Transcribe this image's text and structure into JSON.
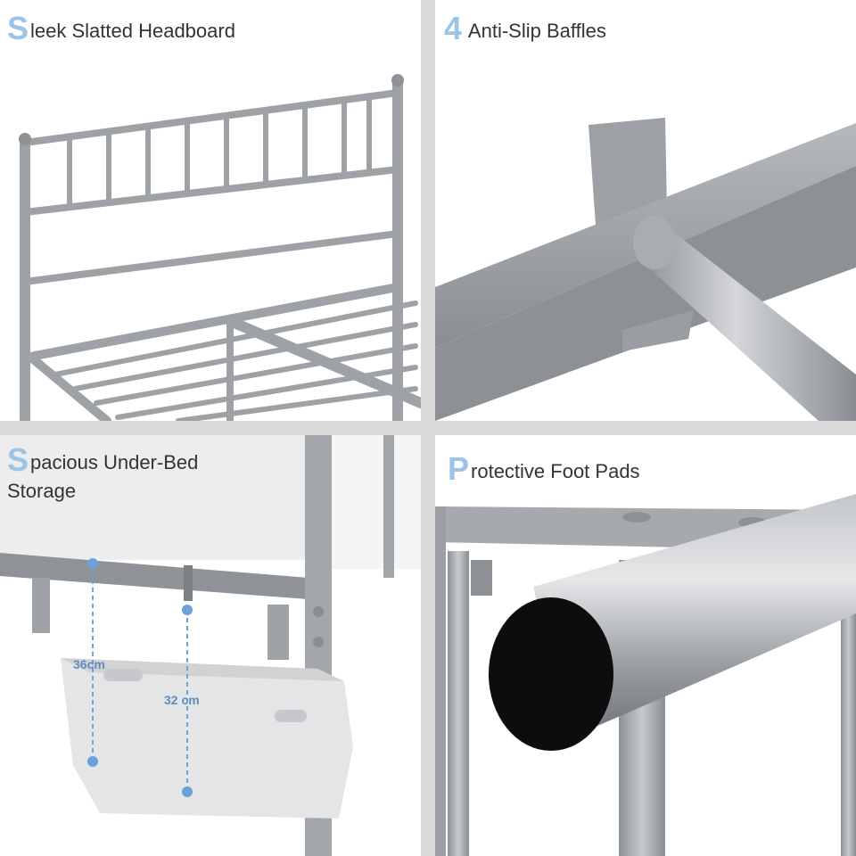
{
  "panels": [
    {
      "lead": "S",
      "rest": "leek Slatted Headboard"
    },
    {
      "lead": "4",
      "rest": " Anti-Slip Baffles"
    },
    {
      "lead": "S",
      "rest": "pacious Under-Bed",
      "rest2": "Storage"
    },
    {
      "lead": "P",
      "rest": "rotective Foot Pads"
    }
  ],
  "dimensions": {
    "basket_height": "36cm",
    "clearance_height": "32 cm"
  },
  "colors": {
    "caption_accent": "#9cc3e8",
    "metal": "#9fa3a8",
    "dimension_line": "#6aa3dc"
  }
}
